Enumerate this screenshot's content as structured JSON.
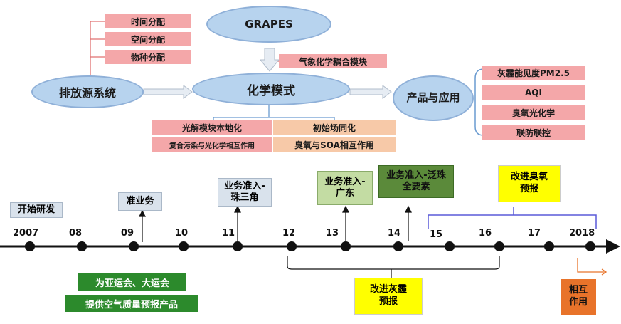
{
  "top": {
    "grapes": "GRAPES",
    "coupling": "气象化学耦合模块",
    "emission": "排放源系统",
    "emission_items": [
      "时间分配",
      "空间分配",
      "物种分配"
    ],
    "chem_mode": "化学模式",
    "chem_items_left": [
      "光解模块本地化",
      "复合污染与光化学相互作用"
    ],
    "chem_items_right": [
      "初始场同化",
      "臭氧与SOA相互作用"
    ],
    "product": "产品与应用",
    "product_items": [
      "灰霾能见度PM2.5",
      "AQI",
      "臭氧光化学",
      "联防联控"
    ]
  },
  "timeline": {
    "years": [
      "2007",
      "08",
      "09",
      "10",
      "11",
      "12",
      "13",
      "14",
      "15",
      "16",
      "17",
      "2018"
    ],
    "start": "开始研发",
    "quasi": "准业务",
    "prd_access": "业务准入-珠三角",
    "gd_access": "业务准入-广东",
    "ppr_access": "业务准入-泛珠全要素",
    "ozone": "改进臭氧预报",
    "haze": "改进灰霾预报",
    "interact": "相互作用",
    "asian_games_1": "为亚运会、大运会",
    "asian_games_2": "提供空气质量预报产品"
  },
  "colors": {
    "ellipse": "#b7d3ee",
    "pink": "#f4a7a9",
    "peach": "#f7c9a8",
    "yellow": "#ffff00",
    "green": "#2c8a2c",
    "orange": "#e8732a"
  }
}
